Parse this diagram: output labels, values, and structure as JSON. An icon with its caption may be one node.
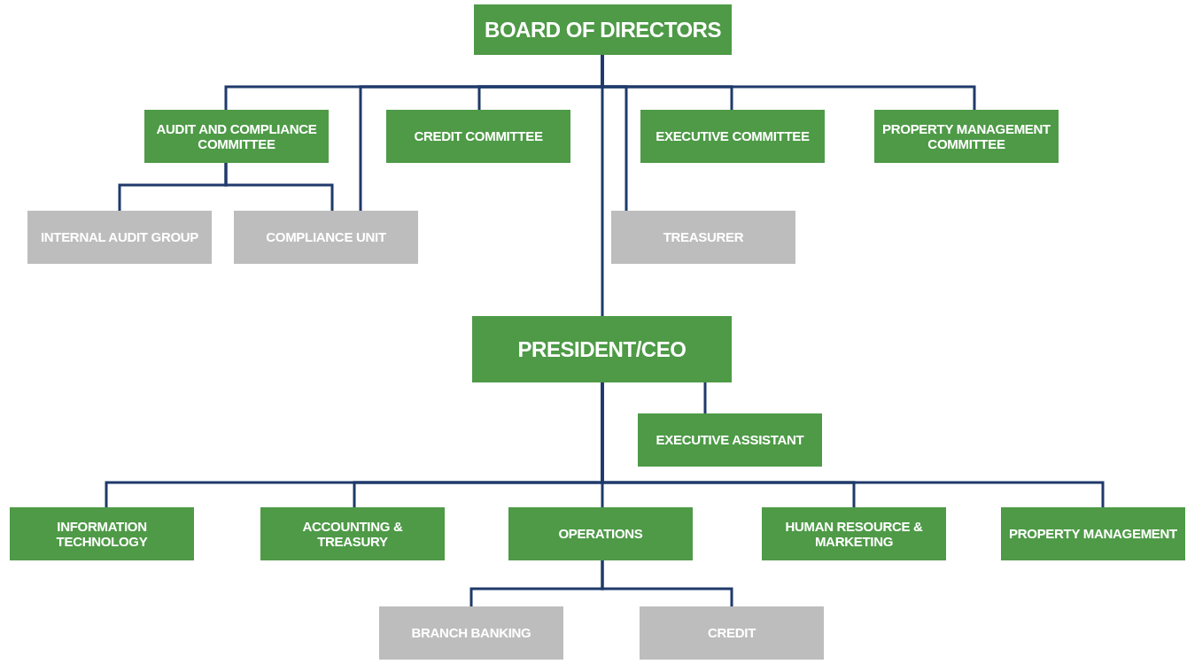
{
  "diagram": {
    "nodes": [
      {
        "text": [
          "BOARD OF DIRECTORS"
        ]
      },
      {
        "text": [
          "AUDIT AND COMPLIANCE COMMITTEE"
        ]
      },
      {
        "text": [
          "CREDIT  COMMITTEE"
        ]
      },
      {
        "text": [
          "EXECUTIVE COMMITTEE"
        ]
      },
      {
        "text": [
          "PROPERTY MANAGEMENT COMMITTEE"
        ]
      },
      {
        "text": [
          "INTERNAL AUDIT GROUP"
        ]
      },
      {
        "text": [
          "COMPLIANCE UNIT"
        ]
      },
      {
        "text": [
          "TREASURER"
        ]
      },
      {
        "text": [
          "PRESIDENT/CEO"
        ]
      },
      {
        "text": [
          "EXECUTIVE ASSISTANT"
        ]
      },
      {
        "text": [
          "INFORMATION TECHNOLOGY"
        ]
      },
      {
        "text": [
          "ACCOUNTING & TREASURY"
        ]
      },
      {
        "text": [
          "OPERATIONS"
        ]
      },
      {
        "text": [
          "HUMAN RESOURCE  & MARKETING"
        ]
      },
      {
        "text": [
          "PROPERTY MANAGEMENT"
        ]
      },
      {
        "text": [
          "BRANCH BANKING"
        ]
      },
      {
        "text": [
          "CREDIT"
        ]
      }
    ],
    "edges": [
      {
        "from": 0,
        "to": 1,
        "arrow": "none"
      },
      {
        "from": 0,
        "to": 6,
        "arrow": "none"
      },
      {
        "from": 0,
        "to": 2,
        "arrow": "none"
      },
      {
        "from": 0,
        "to": 7,
        "arrow": "none"
      },
      {
        "from": 0,
        "to": 3,
        "arrow": "none"
      },
      {
        "from": 0,
        "to": 4,
        "arrow": "none"
      },
      {
        "from": 0,
        "to": 8,
        "arrow": "none"
      },
      {
        "from": 1,
        "to": 5,
        "arrow": "none"
      },
      {
        "from": 1,
        "to": 6,
        "arrow": "none"
      },
      {
        "from": 8,
        "to": 9,
        "arrow": "none"
      },
      {
        "from": 8,
        "to": 10,
        "arrow": "none"
      },
      {
        "from": 8,
        "to": 11,
        "arrow": "none"
      },
      {
        "from": 8,
        "to": 12,
        "arrow": "none"
      },
      {
        "from": 8,
        "to": 13,
        "arrow": "none"
      },
      {
        "from": 8,
        "to": 14,
        "arrow": "none"
      },
      {
        "from": 12,
        "to": 15,
        "arrow": "none"
      },
      {
        "from": 12,
        "to": 16,
        "arrow": "none"
      }
    ]
  }
}
